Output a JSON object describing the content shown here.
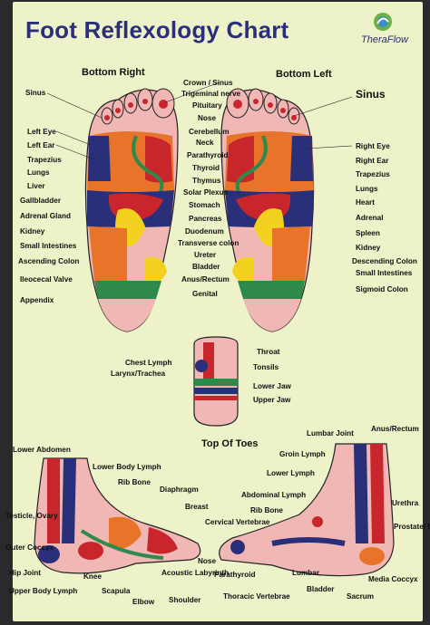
{
  "title": "Foot Reflexology Chart",
  "brand": "TheraFlow",
  "headers": {
    "bottom_right": "Bottom Right",
    "bottom_left": "Bottom Left",
    "top_of_toes": "Top Of Toes"
  },
  "bottom_right_labels": [
    "Sinus",
    "Left Eye",
    "Left Ear",
    "Trapezius",
    "Lungs",
    "Liver",
    "Gallbladder",
    "Adrenal Gland",
    "Kidney",
    "Small Intestines",
    "Ascending Colon",
    "Ileocecal Valve",
    "Appendix"
  ],
  "center_labels": [
    "Crown / Sinus",
    "Trigeminal nerve",
    "Pituitary",
    "Nose",
    "Cerebellum",
    "Neck",
    "Parathyroid",
    "Thyroid",
    "Thymus",
    "Solar Plexus",
    "Stomach",
    "Pancreas",
    "Duodenum",
    "Transverse colon",
    "Ureter",
    "Bladder",
    "Anus/Rectum",
    "Genital"
  ],
  "bottom_left_labels": [
    "Sinus",
    "Right Eye",
    "Right Ear",
    "Trapezius",
    "Lungs",
    "Heart",
    "Adrenal",
    "Spleen",
    "Kidney",
    "Descending Colon",
    "Small Intestines",
    "Sigmoid Colon"
  ],
  "toe_labels": [
    "Chest Lymph",
    "Larynx/Trachea",
    "Throat",
    "Tonsils",
    "Lower Jaw",
    "Upper Jaw"
  ],
  "inner_foot_labels": [
    "Lower Abdomen",
    "Lower Body Lymph",
    "Rib Bone",
    "Diaphragm",
    "Breast",
    "Testicle, Ovary",
    "Outer Coccyx",
    "Hip Joint",
    "Knee",
    "Upper Body Lymph",
    "Scapula",
    "Elbow",
    "Acoustic Labyrinth",
    "Shoulder"
  ],
  "outer_foot_labels": [
    "Lumbar Joint",
    "Anus/Rectum",
    "Groin Lymph",
    "Lower Lymph",
    "Abdominal Lymph",
    "Rib Bone",
    "Cervical Vertebrae",
    "Urethra",
    "Prostate/ Uterus",
    "Nose",
    "Parathyroid",
    "Lumbar",
    "Media Coccyx",
    "Bladder",
    "Thoracic Vertebrae",
    "Sacrum"
  ],
  "colors": {
    "poster_bg": "#edf2c9",
    "title": "#2b2f7a",
    "navy": "#2a2f7a",
    "red": "#c8262c",
    "orange": "#e8742a",
    "yellow": "#f2d21e",
    "green": "#2e8a4a",
    "pink": "#f0b7b5"
  }
}
